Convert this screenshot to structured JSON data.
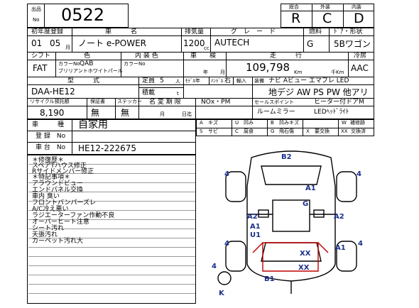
{
  "lot": {
    "label_top": "出品",
    "label_bottom": "No",
    "number": "0522"
  },
  "grades": {
    "overall_label": "総合",
    "exterior_label": "外装",
    "interior_label": "内装",
    "overall": "R",
    "exterior": "C",
    "interior": "D"
  },
  "headers": {
    "first_reg": "初年度登録",
    "model": "車　　　名",
    "displacement": "排気量",
    "grade": "グ　レ　ー　ド",
    "fuel": "燃料",
    "door_shape": "ﾄﾞｱ・形状"
  },
  "values": {
    "year": "01",
    "month": "05",
    "month_unit": "月",
    "model_name": "ノート e-POWER",
    "displacement": "1200",
    "cc_unit": "cc",
    "grade": "AUTECH",
    "fuel": "G",
    "door_shape": "5Bワゴン"
  },
  "row3_labels": {
    "shift": "シフト",
    "color": "色",
    "interior_color": "内 装 色",
    "inspection": "車　　検",
    "mileage": "走　　　行",
    "aircon": "冷房",
    "color_no_label": "カラーNo",
    "interior_no_label": "カラーNo",
    "year_unit": "年",
    "month_unit": "月",
    "km_unit": "Km",
    "thousand_km_unit": "千Km"
  },
  "row3_values": {
    "shift": "FAT",
    "color_no": "QAB",
    "color_name": "ブリリアントホワイトパール",
    "mileage": "109,798",
    "aircon": "AAC"
  },
  "row4": {
    "type_label": "型　　　式",
    "type_value": "DAA-HE12",
    "capacity_label": "定員",
    "capacity_value": "5",
    "capacity_unit": "人",
    "load_label": "積載",
    "load_unit": "t",
    "model_change_label": "ﾓﾃﾞﾙ年",
    "handle_label": "ﾊﾝﾄﾞﾙ",
    "handle_value": "右",
    "ac_label": "輸入",
    "equip_label": "装備",
    "equipment_line1": "ナビ Aビュー エマブレ LED",
    "equipment_line2": "地デジ AW PS PW 他アリ"
  },
  "row5": {
    "recycle_label": "リサイクル預託額",
    "recycle_value": "8,190",
    "warranty_label": "保証書",
    "warranty_value": "無",
    "sticker_label": "ステッカー",
    "sticker_value": "無",
    "expiry_label": "名 変 期 限",
    "expiry_month_unit": "月",
    "expiry_day_unit": "日迄",
    "nox_label": "NOx・PM",
    "sales_point_label": "セールスポイント",
    "sales_point_1": "ヒーター付ドアM",
    "sales_point_2": "LEDﾍｯﾄﾞﾗｲﾄ",
    "sales_point_3": "ルームミラー"
  },
  "registration": {
    "usage_label": "車　　　種",
    "usage_value": "自家用",
    "reg_label": "登 録　No",
    "reg_value": "",
    "chassis_label": "車 台　No",
    "chassis_value": "HE12-222675"
  },
  "legend": [
    [
      {
        "code": "A",
        "text": "キズ"
      },
      {
        "code": "U",
        "text": "凹み"
      },
      {
        "code": "B",
        "text": "凹みキズ"
      },
      {
        "code": "W",
        "text": "補修跡"
      }
    ],
    [
      {
        "code": "S",
        "text": "サビ"
      },
      {
        "code": "C",
        "text": "腐食"
      },
      {
        "code": "G",
        "text": "飛石傷"
      },
      {
        "code": "X",
        "text": "要交換"
      },
      {
        "code": "XX",
        "text": "交換済"
      }
    ]
  ],
  "notes": [
    "＊修復歴＊",
    "スペアTハウス修正",
    "Rサイドメンバー修正",
    "＊特記事項＊",
    "アラウンドビュー",
    "エンドパネル交換",
    "車内 臭い",
    "フロントバンパーズレ",
    "A/C冷え悪い",
    "ラジエーターファン作動不良",
    "オーバーヒート注意",
    "シート汚れ",
    "天張汚れ",
    "カーペット汚れ大"
  ],
  "diagram": {
    "marks": {
      "b2": "B2",
      "a1_roof": "A1",
      "a1_right": "A1",
      "g": "G",
      "a2_left": "A2",
      "a2_right": "A2",
      "a1_left": "A1",
      "u1": "U1",
      "xx_top": "XX",
      "xx_bottom": "XX",
      "b1": "B1",
      "k": "K",
      "tire_tl": "4",
      "tire_tr": "4",
      "tire_bl": "4",
      "tire_br": "4",
      "tire_spare": "4"
    },
    "highlight_color": "#c00000"
  }
}
